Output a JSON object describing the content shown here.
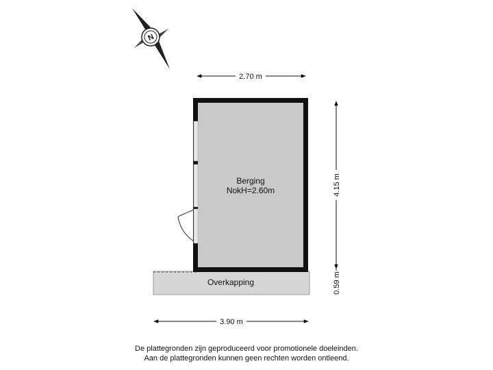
{
  "compass": {
    "icon": "north-arrow-icon",
    "north_letter": "N"
  },
  "dimensions": {
    "top_width": "2.70 m",
    "right_height_room": "4.15 m",
    "right_height_canopy": "0.59 m",
    "bottom_width": "3.90 m"
  },
  "rooms": {
    "berging": {
      "name": "Berging",
      "ridge_height": "NokH=2.60m"
    },
    "overkapping": {
      "name": "Overkapping"
    }
  },
  "colors": {
    "wall": "#111111",
    "room_fill": "#c9c9c9",
    "canopy_fill": "#d6d6d6",
    "window": "#e9e9e9"
  },
  "disclaimer": {
    "line1": "De plattegronden zijn geproduceerd voor promotionele doeleinden.",
    "line2": "Aan de plattegronden kunnen geen rechten worden ontleend."
  }
}
